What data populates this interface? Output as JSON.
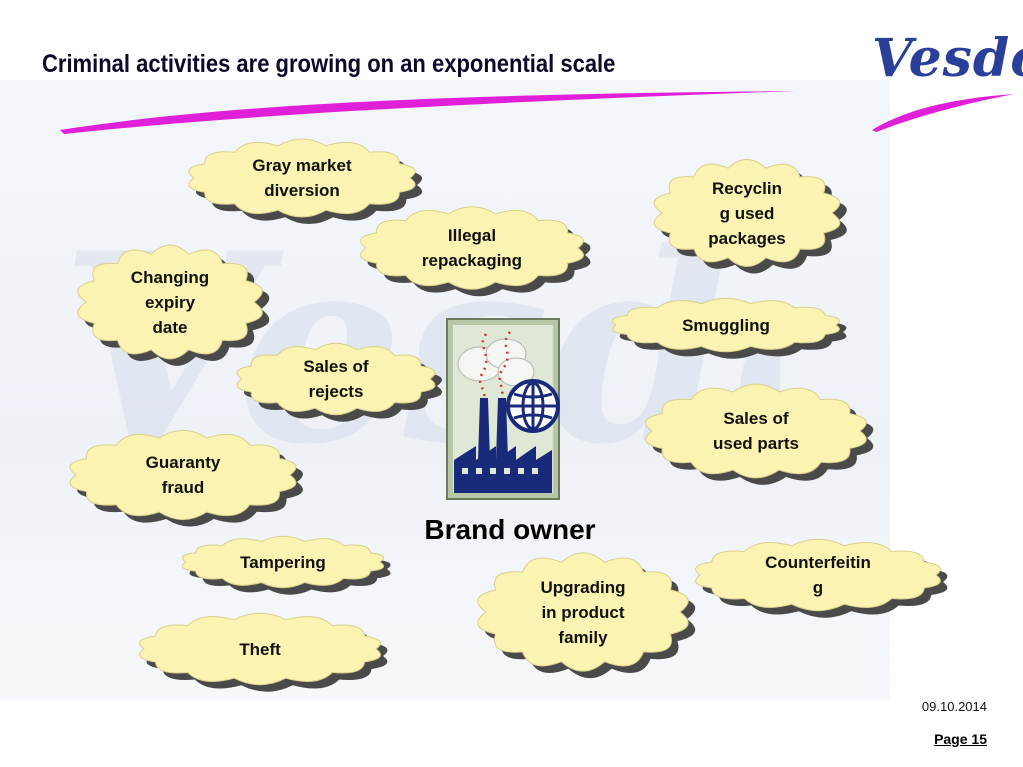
{
  "slide": {
    "title": "Criminal activities are growing on an exponential scale",
    "logo_text": "Vesdo",
    "date": "09.10.2014",
    "page_label": "Page 15"
  },
  "diagram": {
    "center_label": "Brand owner",
    "center_icon": "factory-globe-icon",
    "activities": [
      {
        "id": "gray-market-diversion",
        "lines": [
          "Gray market",
          "diversion"
        ]
      },
      {
        "id": "recycling-used-packages",
        "lines": [
          "Recyclin",
          "g used",
          "packages"
        ]
      },
      {
        "id": "illegal-repackaging",
        "lines": [
          "Illegal",
          "repackaging"
        ]
      },
      {
        "id": "changing-expiry-date",
        "lines": [
          "Changing",
          "expiry",
          "date"
        ]
      },
      {
        "id": "smuggling",
        "lines": [
          "Smuggling"
        ]
      },
      {
        "id": "sales-of-rejects",
        "lines": [
          "Sales of",
          "rejects"
        ]
      },
      {
        "id": "sales-of-used-parts",
        "lines": [
          "Sales of",
          "used parts"
        ]
      },
      {
        "id": "guaranty-fraud",
        "lines": [
          "Guaranty",
          "fraud"
        ]
      },
      {
        "id": "tampering",
        "lines": [
          "Tampering"
        ]
      },
      {
        "id": "counterfeiting",
        "lines": [
          "Counterfeitin",
          "g"
        ]
      },
      {
        "id": "upgrading-in-product-family",
        "lines": [
          "Upgrading",
          "in product",
          "family"
        ]
      },
      {
        "id": "theft",
        "lines": [
          "Theft"
        ]
      }
    ]
  },
  "colors": {
    "cloud_fill": "#fbf3b2",
    "cloud_shadow": "#4a4a4a",
    "accent_magenta": "#e020d8",
    "logo_blue": "#2a3f9a",
    "factory_navy": "#1a2a7a"
  }
}
